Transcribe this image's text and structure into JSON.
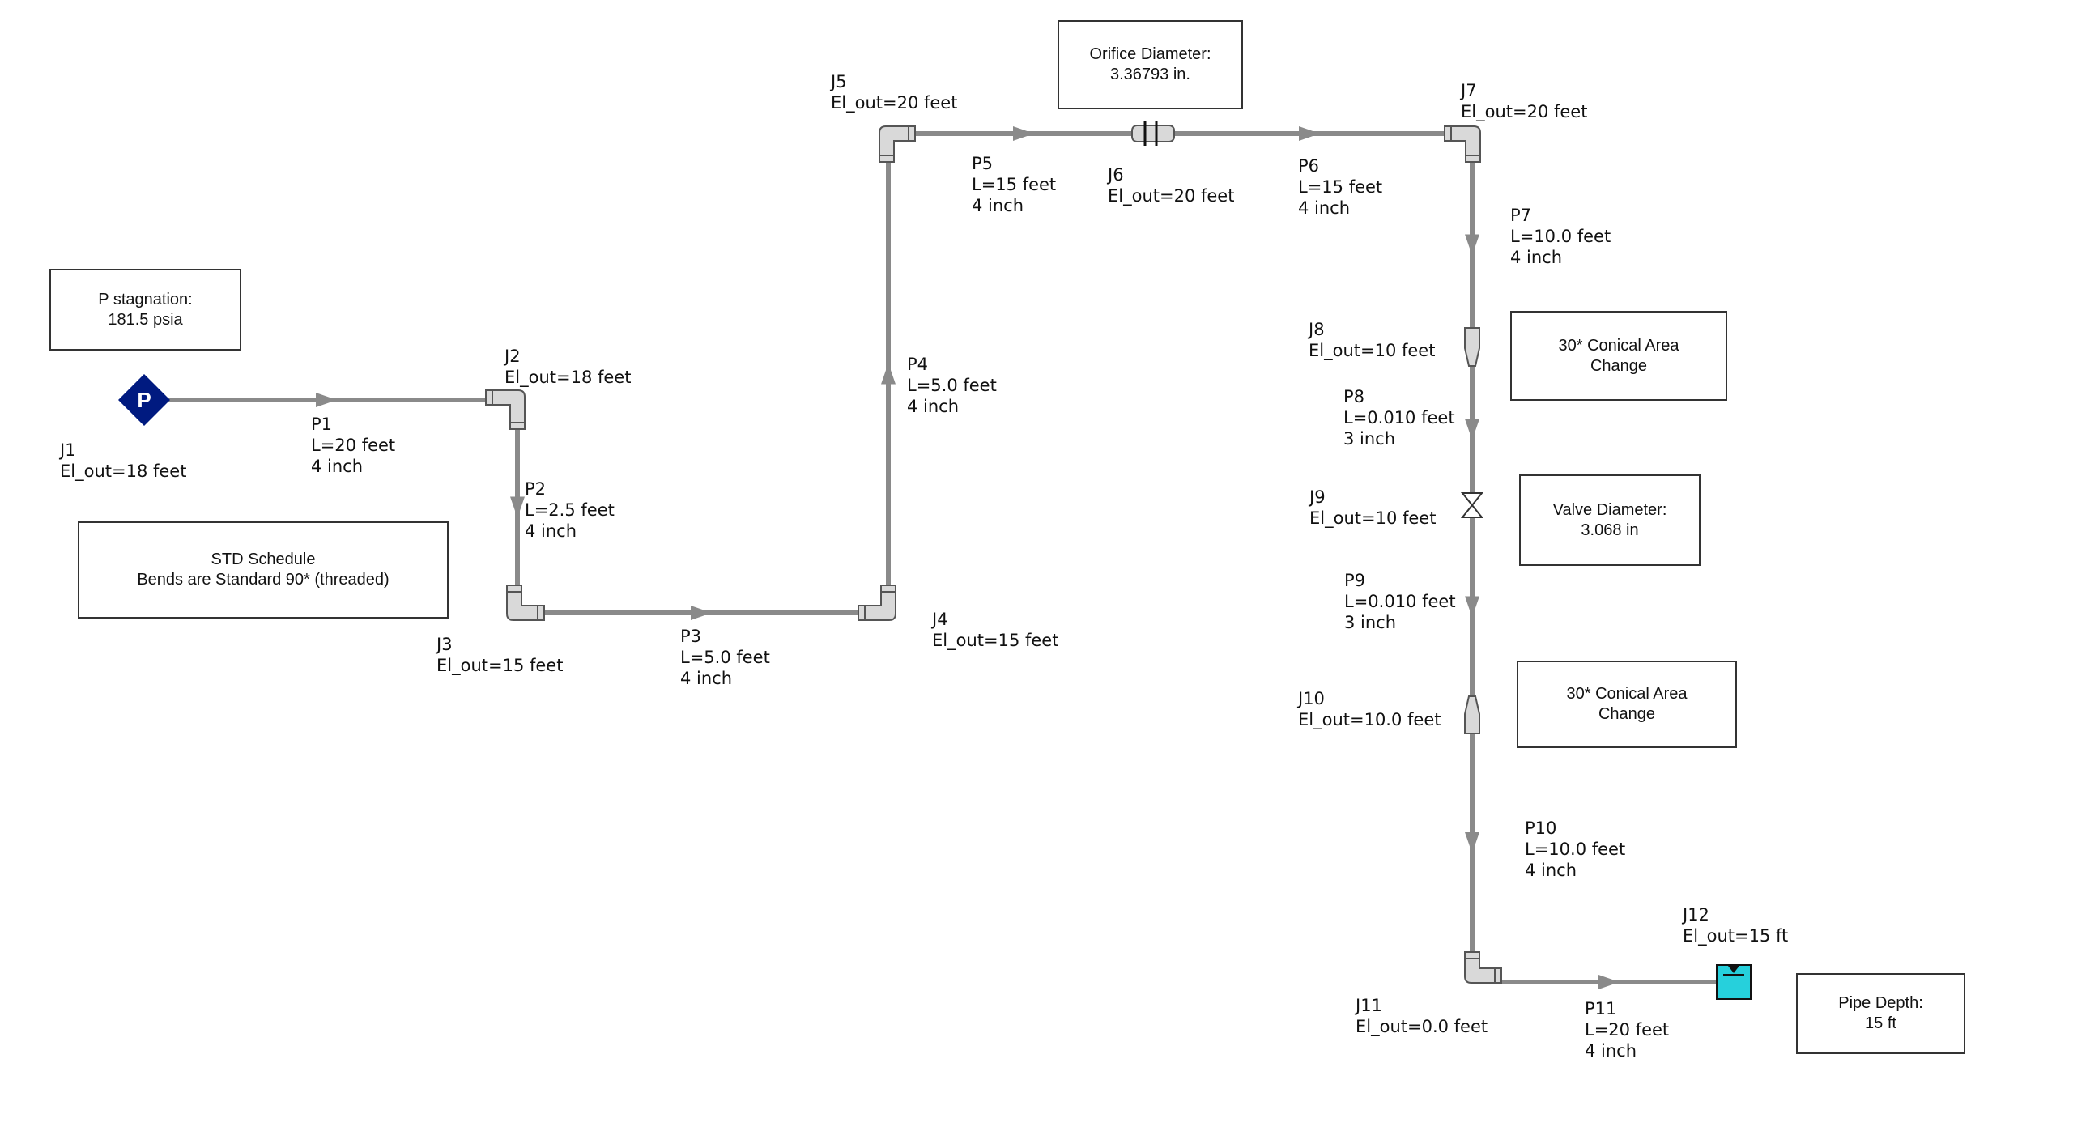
{
  "colors": {
    "pipe": "#8a8a8a",
    "fitting_fill": "#d9d9d9",
    "fitting_stroke": "#555555",
    "pressure_source": "#001a80",
    "tank_fill": "#26d0dc"
  },
  "junctions": [
    {
      "id": "J1",
      "name": "J1",
      "elevation": "El_out=18 feet",
      "type": "assigned-pressure",
      "symbol": "P"
    },
    {
      "id": "J2",
      "name": "J2",
      "elevation": "El_out=18 feet",
      "type": "bend"
    },
    {
      "id": "J3",
      "name": "J3",
      "elevation": "El_out=15 feet",
      "type": "bend"
    },
    {
      "id": "J4",
      "name": "J4",
      "elevation": "El_out=15 feet",
      "type": "bend"
    },
    {
      "id": "J5",
      "name": "J5",
      "elevation": "El_out=20 feet",
      "type": "bend"
    },
    {
      "id": "J6",
      "name": "J6",
      "elevation": "El_out=20 feet",
      "type": "orifice"
    },
    {
      "id": "J7",
      "name": "J7",
      "elevation": "El_out=20 feet",
      "type": "bend"
    },
    {
      "id": "J8",
      "name": "J8",
      "elevation": "El_out=10 feet",
      "type": "area-change"
    },
    {
      "id": "J9",
      "name": "J9",
      "elevation": "El_out=10 feet",
      "type": "valve"
    },
    {
      "id": "J10",
      "name": "J10",
      "elevation": "El_out=10.0 feet",
      "type": "area-change"
    },
    {
      "id": "J11",
      "name": "J11",
      "elevation": "El_out=0.0 feet",
      "type": "bend"
    },
    {
      "id": "J12",
      "name": "J12",
      "elevation": "El_out=15 ft",
      "type": "reservoir"
    }
  ],
  "pipes": [
    {
      "id": "P1",
      "name": "P1",
      "length": "L=20 feet",
      "size": "4 inch",
      "from": "J1",
      "to": "J2"
    },
    {
      "id": "P2",
      "name": "P2",
      "length": "L=2.5 feet",
      "size": "4 inch",
      "from": "J2",
      "to": "J3"
    },
    {
      "id": "P3",
      "name": "P3",
      "length": "L=5.0 feet",
      "size": "4 inch",
      "from": "J3",
      "to": "J4"
    },
    {
      "id": "P4",
      "name": "P4",
      "length": "L=5.0 feet",
      "size": "4 inch",
      "from": "J4",
      "to": "J5"
    },
    {
      "id": "P5",
      "name": "P5",
      "length": "L=15 feet",
      "size": "4 inch",
      "from": "J5",
      "to": "J6"
    },
    {
      "id": "P6",
      "name": "P6",
      "length": "L=15 feet",
      "size": "4 inch",
      "from": "J6",
      "to": "J7"
    },
    {
      "id": "P7",
      "name": "P7",
      "length": "L=10.0 feet",
      "size": "4 inch",
      "from": "J7",
      "to": "J8"
    },
    {
      "id": "P8",
      "name": "P8",
      "length": "L=0.010 feet",
      "size": "3 inch",
      "from": "J8",
      "to": "J9"
    },
    {
      "id": "P9",
      "name": "P9",
      "length": "L=0.010 feet",
      "size": "3 inch",
      "from": "J9",
      "to": "J10"
    },
    {
      "id": "P10",
      "name": "P10",
      "length": "L=10.0 feet",
      "size": "4 inch",
      "from": "J10",
      "to": "J11"
    },
    {
      "id": "P11",
      "name": "P11",
      "length": "L=20 feet",
      "size": "4 inch",
      "from": "J11",
      "to": "J12"
    }
  ],
  "notes": {
    "p_stagnation": {
      "line1": "P stagnation:",
      "line2": "181.5 psia"
    },
    "std_schedule": {
      "line1": "STD Schedule",
      "line2": "Bends are Standard 90* (threaded)"
    },
    "orifice": {
      "line1": "Orifice Diameter:",
      "line2": "3.36793 in."
    },
    "conical_1": {
      "line1": "30* Conical Area",
      "line2": "Change"
    },
    "valve": {
      "line1": "Valve Diameter:",
      "line2": "3.068 in"
    },
    "conical_2": {
      "line1": "30* Conical Area",
      "line2": "Change"
    },
    "pipe_depth": {
      "line1": "Pipe Depth:",
      "line2": "15 ft"
    }
  }
}
